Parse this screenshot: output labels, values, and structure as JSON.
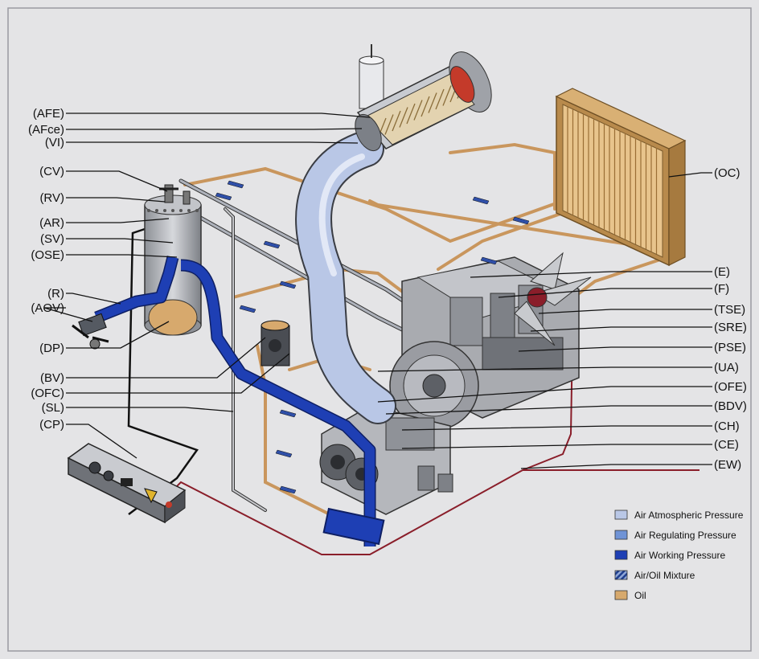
{
  "left_labels": [
    "(AFE)",
    "(AFce)",
    "(VI)",
    "(CV)",
    "(RV)",
    "(AR)",
    "(SV)",
    "(OSE)",
    "(R)",
    "(AOV)",
    "(DP)",
    "(BV)",
    "(OFC)",
    "(SL)",
    "(CP)"
  ],
  "right_labels": [
    "(OC)",
    "(E)",
    "(F)",
    "(TSE)",
    "(SRE)",
    "(PSE)",
    "(UA)",
    "(OFE)",
    "(BDV)",
    "(CH)",
    "(CE)",
    "(EW)"
  ],
  "legend": [
    {
      "label": "Air Atmospheric Pressure",
      "color": "#b9c7e6",
      "hatched": false
    },
    {
      "label": "Air Regulating Pressure",
      "color": "#6f93d6",
      "hatched": false
    },
    {
      "label": "Air Working Pressure",
      "color": "#1e3fb4",
      "hatched": false
    },
    {
      "label": "Air/Oil Mixture",
      "color": "#2f4f8f",
      "hatched": true
    },
    {
      "label": "Oil",
      "color": "#d7a96d",
      "hatched": false
    }
  ],
  "colors": {
    "background": "#e4e4e6",
    "air_atmospheric": "#b9c7e6",
    "air_working": "#1e3fb4",
    "oil": "#c9965d",
    "electric_wire": "#8a1e2a",
    "metal": "#a9abb0"
  }
}
